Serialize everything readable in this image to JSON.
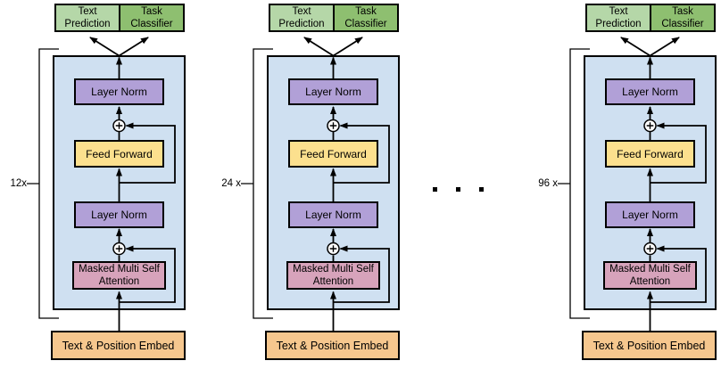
{
  "colors": {
    "block_bg": "#cfe0f1",
    "layer_norm": "#b1a0d7",
    "feed_forward": "#fce08e",
    "attention": "#d7a3bb",
    "embed": "#f6c78e",
    "text_prediction": "#b5d7a8",
    "task_classifier": "#8ebf70",
    "line": "#000000"
  },
  "columns": [
    {
      "repeat_label": "12x",
      "boxes": {
        "text_prediction": "Text Prediction",
        "task_classifier": "Task Classifier",
        "layer_norm_top": "Layer Norm",
        "feed_forward": "Feed Forward",
        "layer_norm_bottom": "Layer Norm",
        "attention": "Masked Multi Self Attention",
        "embed": "Text & Position Embed"
      }
    },
    {
      "repeat_label": "24 x",
      "boxes": {
        "text_prediction": "Text Prediction",
        "task_classifier": "Task Classifier",
        "layer_norm_top": "Layer Norm",
        "feed_forward": "Feed Forward",
        "layer_norm_bottom": "Layer Norm",
        "attention": "Masked Multi Self Attention",
        "embed": "Text & Position Embed"
      }
    },
    {
      "repeat_label": "96 x",
      "boxes": {
        "text_prediction": "Text Prediction",
        "task_classifier": "Task Classifier",
        "layer_norm_top": "Layer Norm",
        "feed_forward": "Feed Forward",
        "layer_norm_bottom": "Layer Norm",
        "attention": "Masked Multi Self Attention",
        "embed": "Text & Position Embed"
      }
    }
  ],
  "ellipsis": {
    "label": ". . ."
  }
}
